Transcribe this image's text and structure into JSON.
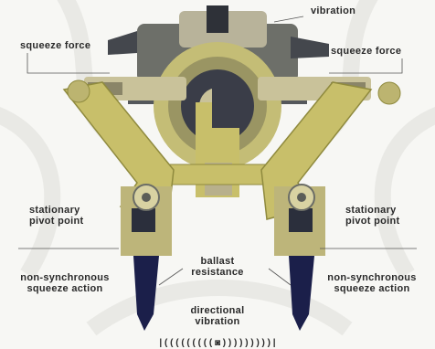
{
  "labels": {
    "vibration": "vibration",
    "squeeze_force_left": "squeeze force",
    "squeeze_force_right": "squeeze force",
    "stationary_pivot_left": "stationary\npivot point",
    "stationary_pivot_right": "stationary\npivot point",
    "non_sync_left": "non-synchronous\nsqueeze action",
    "non_sync_right": "non-synchronous\nsqueeze action",
    "ballast_resistance": "ballast\nresistance",
    "directional_vibration": "directional\nvibration"
  },
  "colors": {
    "arm_fill": "#c8bf6a",
    "arm_shadow": "#8f8a3e",
    "machine_dark": "#2b2f3c",
    "machine_mid": "#6b6d66",
    "tine_dark": "#1b1f4a",
    "watermark": "#e6e6e2",
    "label_text": "#2a2a2a"
  }
}
